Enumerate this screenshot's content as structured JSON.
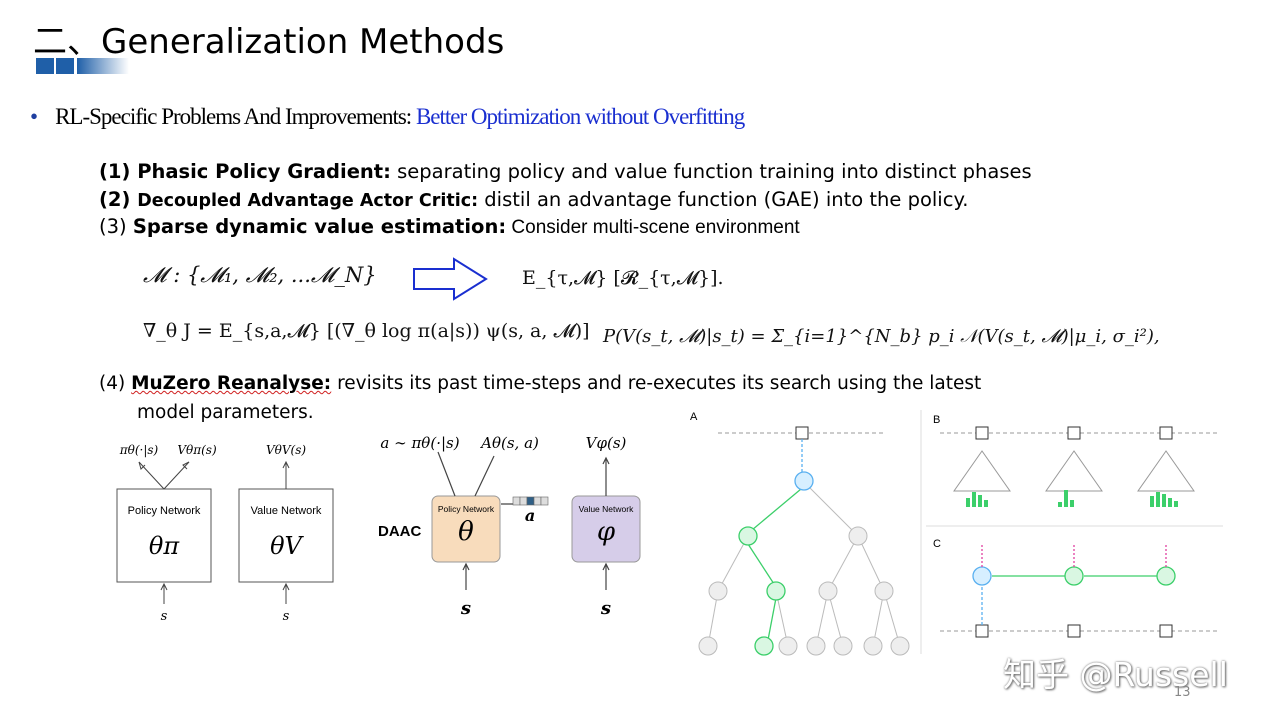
{
  "slide": {
    "title": "二、Generalization Methods",
    "page_number": "13",
    "watermark": "知乎 @Russell",
    "accent_color": "#1f5fa8"
  },
  "bullet": {
    "prefix": "RL-Specific Problems And Improvements: ",
    "highlight": "Better Optimization without Overfitting"
  },
  "items": [
    {
      "num": "(1) ",
      "bold": "Phasic Policy Gradient:",
      "text": " separating policy and value function training into distinct phases"
    },
    {
      "num": "(2) ",
      "bold": "Decoupled Advantage Actor Critic:",
      "text": " distil an advantage function (GAE) into the policy."
    },
    {
      "num": "(3) ",
      "bold": "Sparse dynamic value estimation:",
      "text": " Consider multi-scene environment"
    },
    {
      "num": "(4) ",
      "bold": "MuZero Reanalyse:",
      "text": " revisits its past time-steps and re-executes its search using the latest",
      "line2": "model parameters."
    }
  ],
  "equations": {
    "env_set": "𝓜 : {𝓜₁, 𝓜₂, ...𝓜_N}",
    "expect": "E_{τ,𝓜} [𝓡_{τ,𝓜}].",
    "grad": "∇_θ J = E_{s,a,𝓜} [(∇_θ log π(a|s)) ψ(s, a, 𝓜)]",
    "mixture": "P(V(s_t, 𝓜)|s_t) = Σ_{i=1}^{N_b} p_i 𝒩(V(s_t, 𝓜)|μ_i, σ_i²),"
  },
  "ppg": {
    "policy_label": "Policy Network",
    "value_label": "Value Network",
    "policy_param": "θπ",
    "value_param": "θV",
    "out1": "πθ(·|s)",
    "out2": "Vθπ(s)",
    "out3": "VθV(s)",
    "input": "s"
  },
  "daac": {
    "label": "DAAC",
    "policy_label": "Policy Network",
    "value_label": "Value Network",
    "policy_param": "θ",
    "value_param": "φ",
    "out_action": "a ∼ πθ(·|s)",
    "out_adv": "Aθ(s, a)",
    "out_value": "Vφ(s)",
    "action_input": "a",
    "input": "s",
    "policy_color": "#f8dcbc",
    "value_color": "#d6cde9"
  },
  "muzero": {
    "panel_a": "A",
    "panel_b": "B",
    "panel_c": "C"
  }
}
